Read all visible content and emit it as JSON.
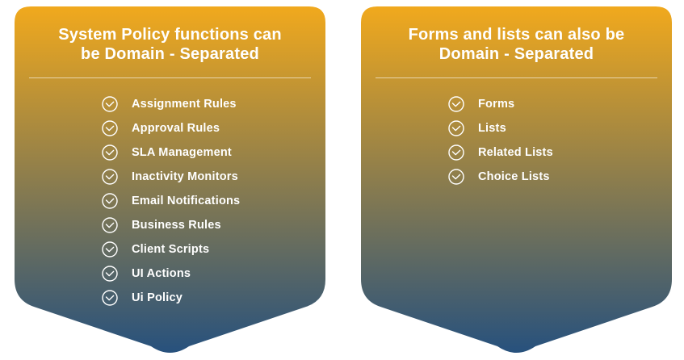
{
  "colors": {
    "gradient_top": "#F1A91D",
    "gradient_bottom": "#27517D",
    "text": "#FFFFFF",
    "divider": "rgba(255,255,255,0.6)"
  },
  "icons": {
    "list_marker": "check-circle-icon"
  },
  "cards": [
    {
      "title_lines": [
        "System Policy functions can",
        "be Domain - Separated"
      ],
      "items": [
        "Assignment Rules",
        "Approval Rules",
        "SLA Management",
        "Inactivity Monitors",
        "Email Notifications",
        "Business Rules",
        "Client Scripts",
        "UI Actions",
        "Ui Policy"
      ]
    },
    {
      "title_lines": [
        "Forms and lists can also be",
        "Domain - Separated"
      ],
      "items": [
        "Forms",
        "Lists",
        "Related Lists",
        "Choice Lists"
      ]
    }
  ]
}
